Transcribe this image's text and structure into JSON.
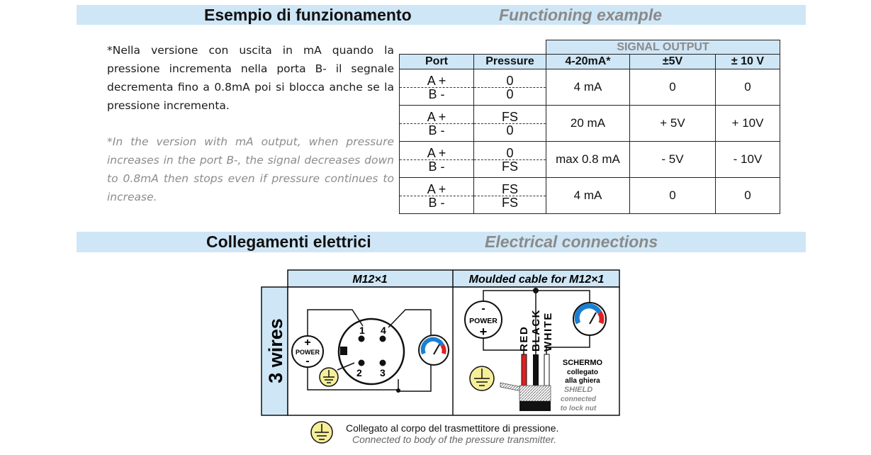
{
  "sections": {
    "functioning": {
      "title_it": "Esempio di funzionamento",
      "title_en": "Functioning example"
    },
    "electrical": {
      "title_it": "Collegamenti elettrici",
      "title_en": "Electrical connections"
    }
  },
  "notes": {
    "it": "*Nella versione con uscita in mA quando la pressione incrementa nella porta B- il segnale decrementa fino a 0.8mA poi si blocca anche se la pressione incrementa.",
    "en": "*In the version with mA output, when pressure increases in the port B-, the signal decreases down to 0.8mA then stops even if pressure continues to increase."
  },
  "signal_table": {
    "group_header": "SIGNAL OUTPUT",
    "headers": [
      "Port",
      "Pressure",
      "4-20mA*",
      "±5V",
      "± 10 V"
    ],
    "rows": [
      {
        "port_a": "A +",
        "port_b": "B -",
        "press_a": "0",
        "press_b": "0",
        "ma": "4 mA",
        "v5": "0",
        "v10": "0"
      },
      {
        "port_a": "A +",
        "port_b": "B -",
        "press_a": "FS",
        "press_b": "0",
        "ma": "20 mA",
        "v5": "+ 5V",
        "v10": "+ 10V"
      },
      {
        "port_a": "A +",
        "port_b": "B -",
        "press_a": "0",
        "press_b": "FS",
        "ma": "max 0.8 mA",
        "v5": "- 5V",
        "v10": "- 10V"
      },
      {
        "port_a": "A +",
        "port_b": "B -",
        "press_a": "FS",
        "press_b": "FS",
        "ma": "4 mA",
        "v5": "0",
        "v10": "0"
      }
    ]
  },
  "wiring": {
    "side_label": "3 wires",
    "left_title": "M12×1",
    "right_title": "Moulded cable for M12×1",
    "power_label": "POWER",
    "plus_sign": "+",
    "minus_sign": "-",
    "pins": [
      "1",
      "4",
      "2",
      "3"
    ],
    "wire_red": "RED",
    "wire_black": "BLACK",
    "wire_white": "WHITE",
    "shield_it_1": "SCHERMO",
    "shield_it_2": "collegato",
    "shield_it_3": "alla ghiera",
    "shield_en_1": "SHIELD",
    "shield_en_2": "connected",
    "shield_en_3": "to lock nut",
    "colors": {
      "red": "#e02020",
      "band": "#cfe6f6",
      "ground": "#f6ef9a"
    }
  },
  "footer": {
    "it": "Collegato al corpo del trasmettitore di pressione.",
    "en": "Connected to body of the pressure transmitter."
  }
}
